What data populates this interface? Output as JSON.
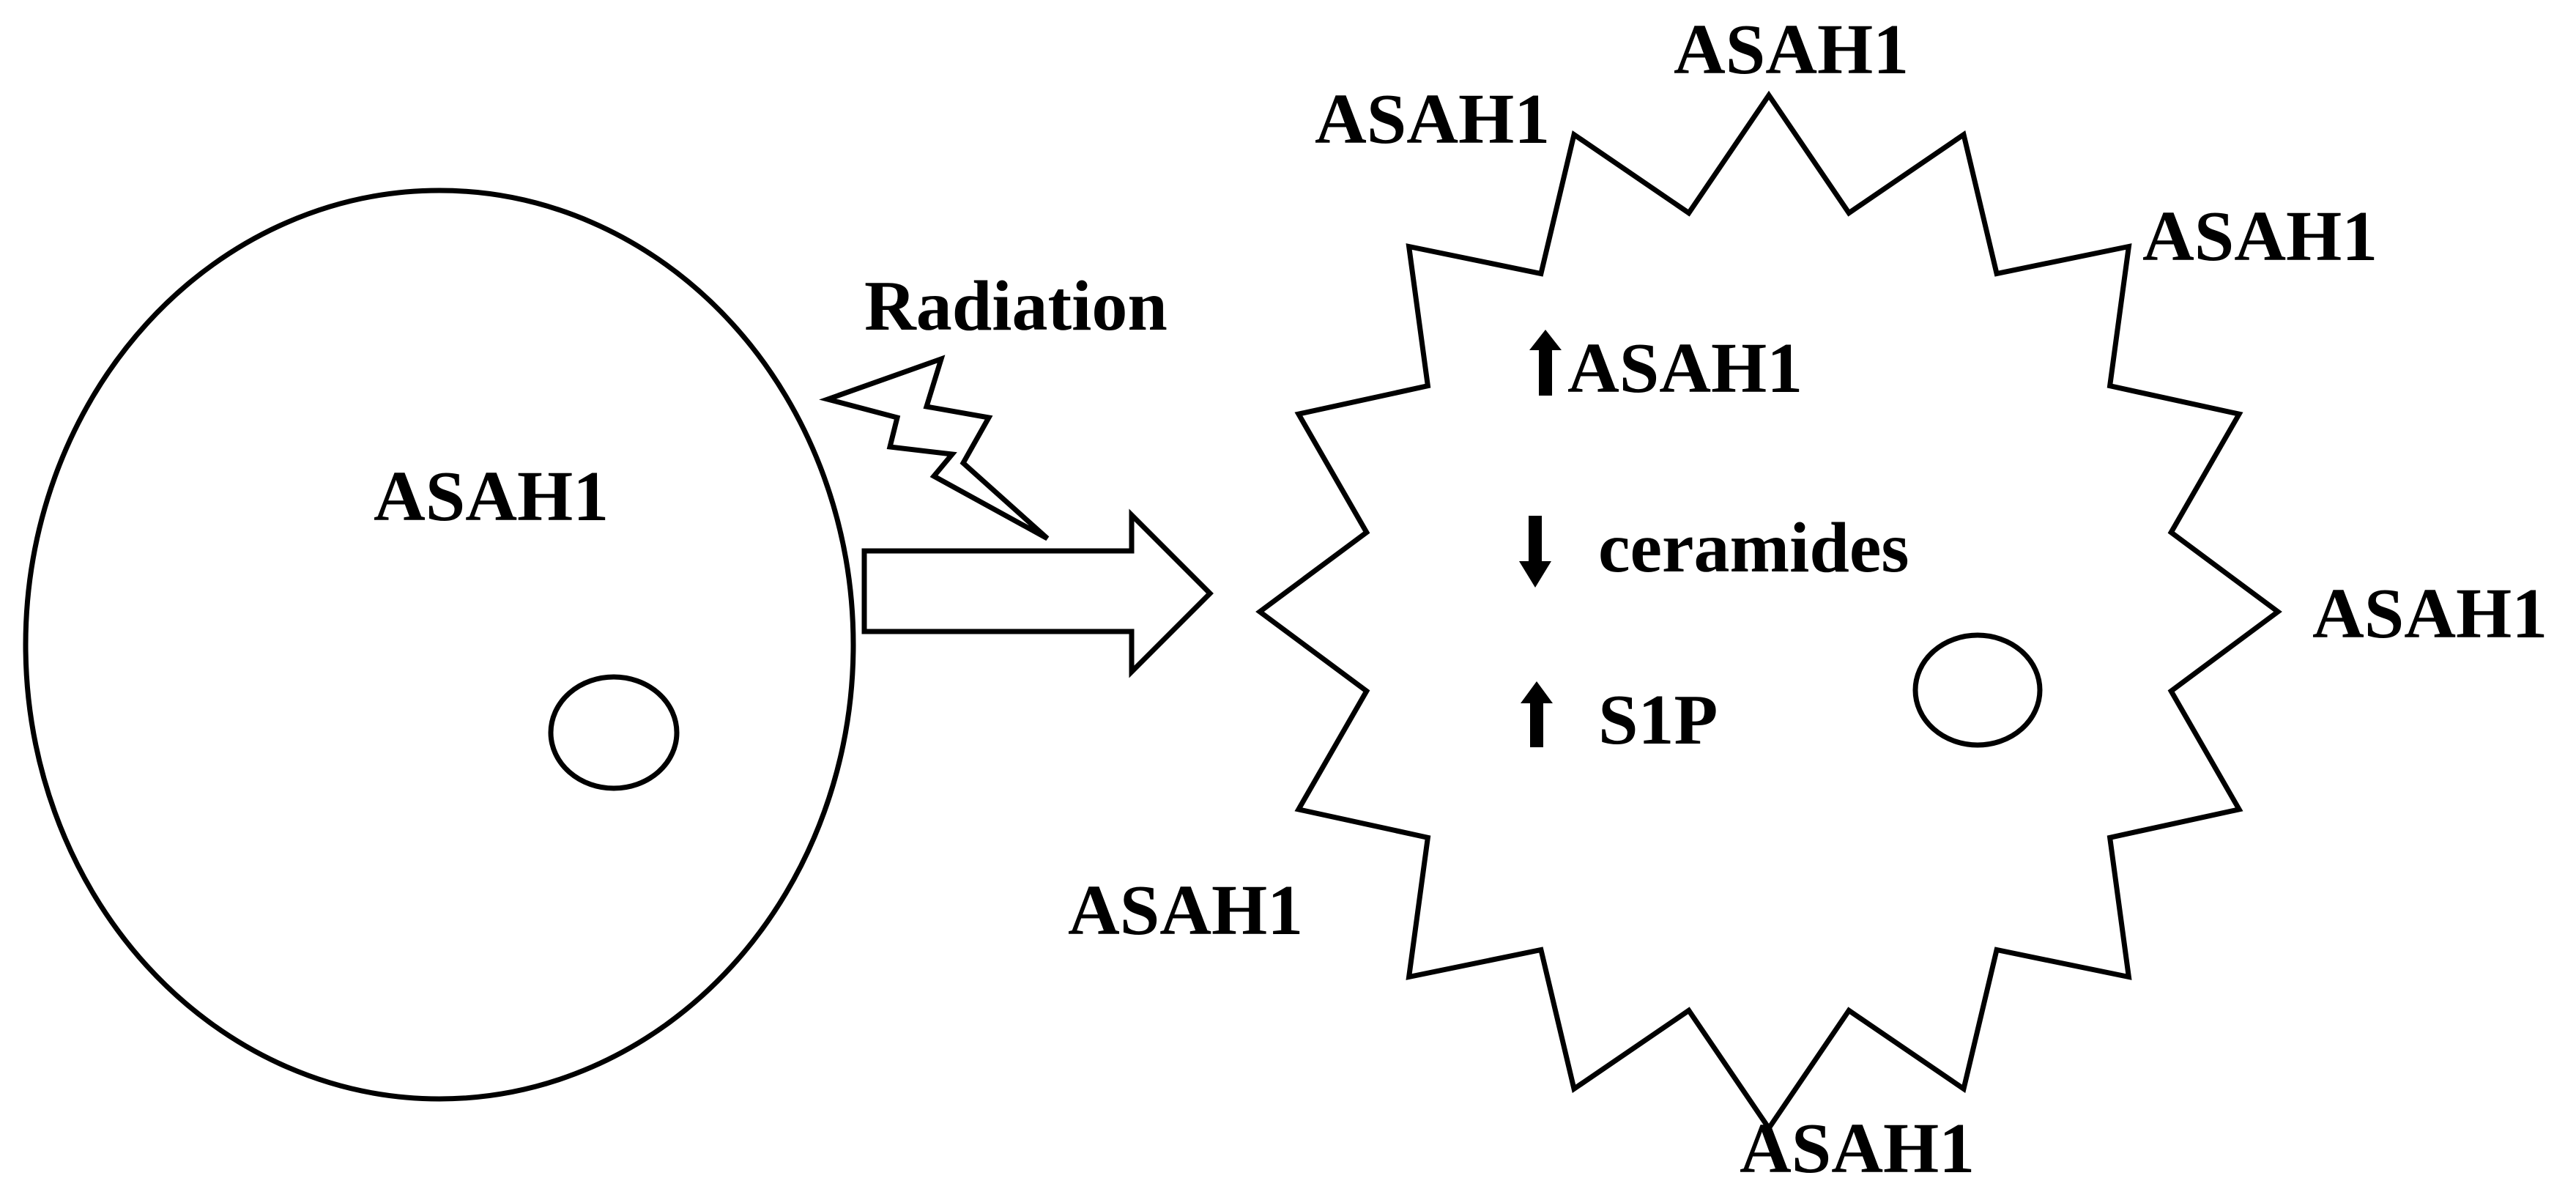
{
  "normal_cell": {
    "label": "ASAH1"
  },
  "stimulus": {
    "label": "Radiation"
  },
  "irradiated_cell": {
    "inside": {
      "asah1": {
        "direction": "up",
        "label": "ASAH1"
      },
      "ceramides": {
        "direction": "down",
        "label": "ceramides"
      },
      "s1p": {
        "direction": "up",
        "label": "S1P"
      }
    },
    "secreted_labels": [
      "ASAH1",
      "ASAH1",
      "ASAH1",
      "ASAH1",
      "ASAH1",
      "ASAH1"
    ]
  },
  "colors": {
    "stroke": "#000000",
    "fill": "#ffffff",
    "text": "#000000"
  }
}
